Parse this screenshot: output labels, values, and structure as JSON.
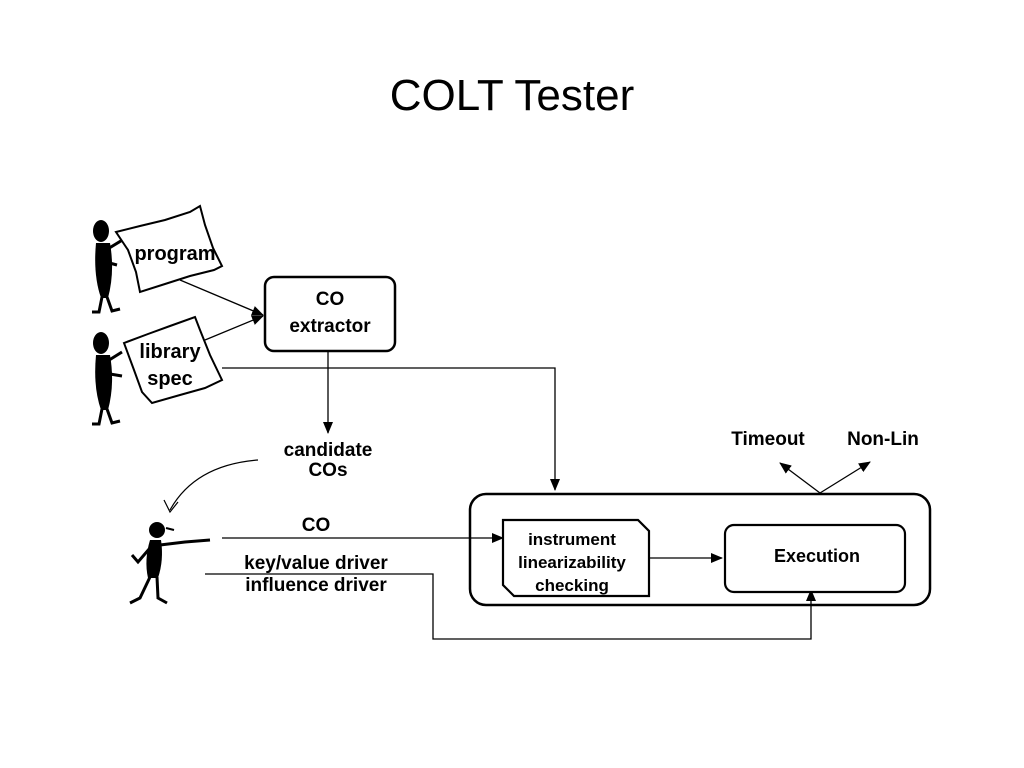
{
  "title": "COLT Tester",
  "inputs": {
    "program_label": "program",
    "library_spec_line1": "library",
    "library_spec_line2": "spec"
  },
  "co_extractor": {
    "line1": "CO",
    "line2": "extractor"
  },
  "candidate_cos": {
    "line1": "candidate",
    "line2": "COs"
  },
  "driver_inputs": {
    "co_label": "CO",
    "key_value_driver": "key/value driver",
    "influence_driver": "influence  driver"
  },
  "instrument_box": {
    "line1": "instrument",
    "line2": "linearizability",
    "line3": "checking"
  },
  "execution_box": {
    "label": "Execution"
  },
  "outcomes": {
    "timeout": "Timeout",
    "non_lin": "Non-Lin"
  },
  "colors": {
    "stroke": "#000000",
    "background": "#ffffff"
  }
}
